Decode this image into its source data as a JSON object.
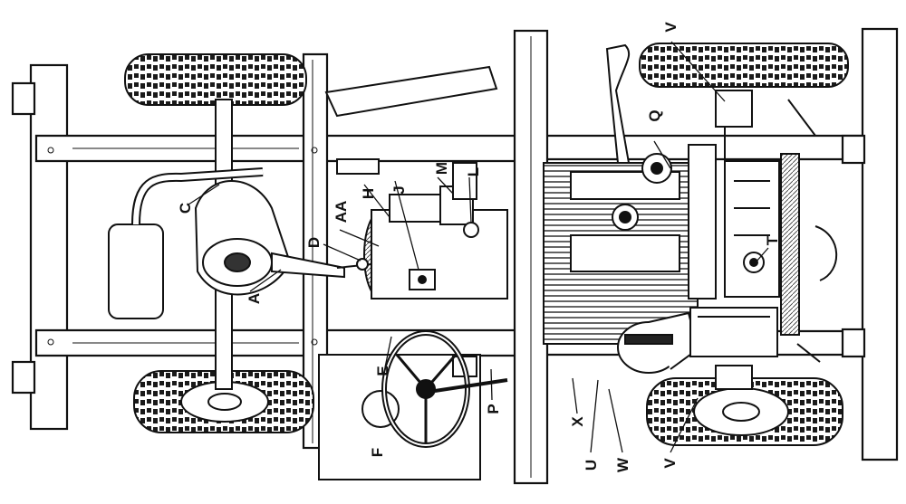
{
  "colors": {
    "ink": "#111111",
    "paper": "#ffffff",
    "shade": "#3a3a3a"
  },
  "callouts": {
    "aa": "AA",
    "h": "H",
    "j": "J",
    "m": "M",
    "l": "L",
    "c": "C",
    "d": "D",
    "a": "A",
    "e": "E",
    "f": "F",
    "p": "P",
    "q": "Q",
    "t": "T",
    "v_top": "V",
    "v_bottom": "V",
    "x": "X",
    "u": "U",
    "w": "W"
  }
}
